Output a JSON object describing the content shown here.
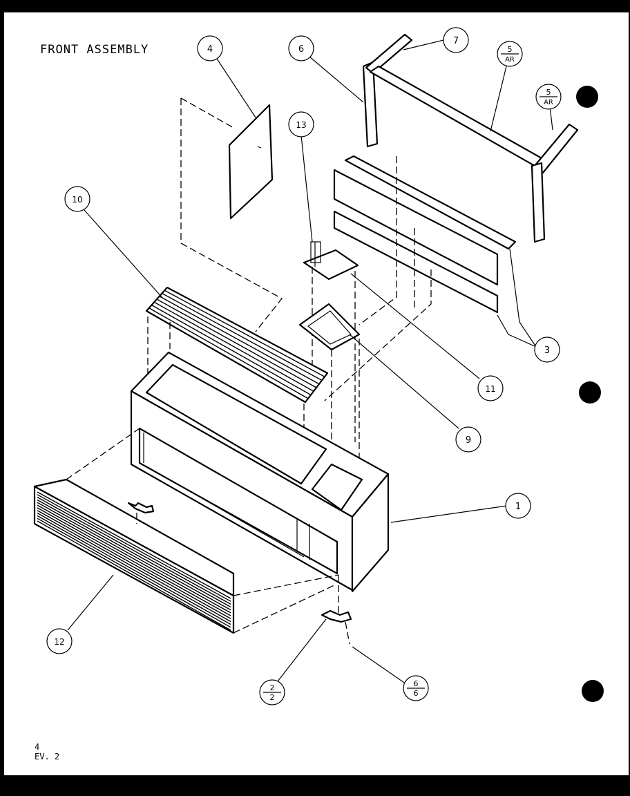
{
  "title": "FRONT ASSEMBLY",
  "revision": {
    "line1": "4",
    "line2": "EV. 2"
  },
  "callouts": {
    "c1": "1",
    "c3": "3",
    "c4": "4",
    "c6": "6",
    "c7": "7",
    "c9": "9",
    "c10": "10",
    "c11": "11",
    "c12": "12",
    "c13": "13",
    "ref5a_top": "5",
    "ref5a_bottom": "AR",
    "ref5b_top": "5",
    "ref5b_bottom": "AR",
    "ref2_top": "2",
    "ref2_bottom": "2",
    "ref6_top": "6",
    "ref6_bottom": "6"
  }
}
